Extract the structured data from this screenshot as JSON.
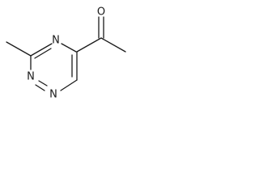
{
  "molecule": {
    "atoms": {
      "carbonyl_oxygen": "O",
      "ring_n4": "N",
      "ring_n2": "N",
      "ring_n1": "N"
    },
    "colors": {
      "bond": "#1a1a1a",
      "label": "#1a1a1a",
      "background": "#ffffff"
    }
  }
}
